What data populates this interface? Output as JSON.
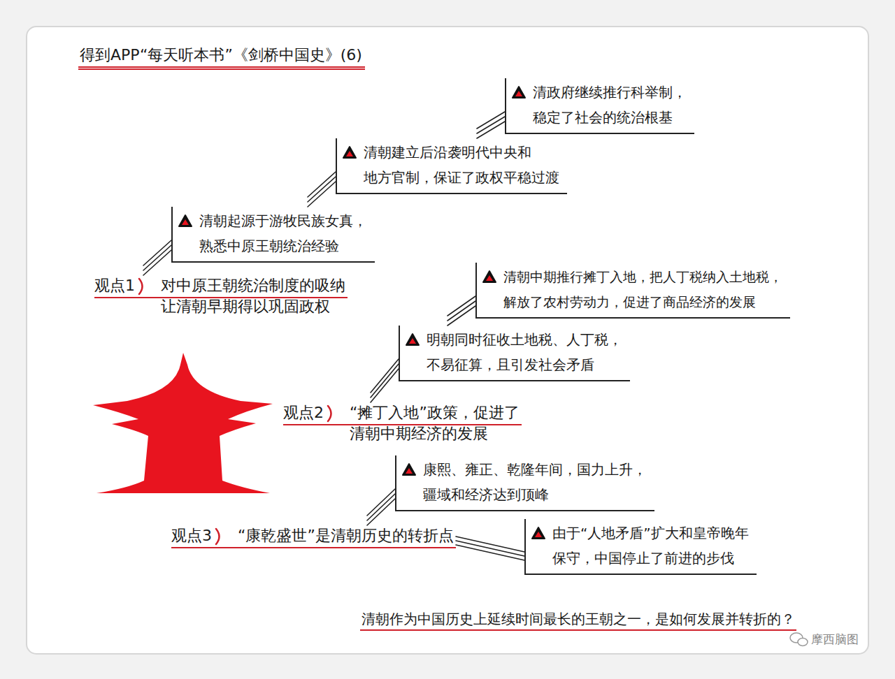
{
  "diagram": {
    "title": "得到APP“每天听本书”《剑桥中国史》(6)",
    "nodes": [
      {
        "text": [
          "清政府继续推行科举制， 稳定了社会的统治根基"
        ]
      },
      {
        "text": [
          "清朝建立后沿袭明代中央和 地方官制，保证了政权平稳过渡"
        ]
      },
      {
        "text": [
          "清朝起源于游牧民族女真， 熟悉中原王朝统治经验"
        ]
      },
      {
        "text": [
          "观点1",
          "对中原王朝统治制度的吸纳 让清朝早期得以巩固政权"
        ]
      },
      {
        "text": [
          "清朝中期推行摊丁入地，把人丁税纳入土地税， 解放了农村劳动力，促进了商品经济的发展"
        ]
      },
      {
        "text": [
          "明朝同时征收土地税、人丁税， 不易征算，且引发社会矛盾"
        ]
      },
      {
        "text": [
          "观点2",
          "“摊丁入地”政策，促进了 清朝中期经济的发展"
        ]
      },
      {
        "text": [
          "康熙、雍正、乾隆年间，国力上升， 疆域和经济达到顶峰"
        ]
      },
      {
        "text": [
          "观点3",
          "“康乾盛世”是清朝历史的转折点"
        ]
      },
      {
        "text": [
          "由于“人地矛盾”扩大和皇帝晚年 保守，中国停止了前进的步伐"
        ]
      }
    ],
    "edges": [
      {
        "from": 3,
        "to": 2,
        "arrow": "none"
      },
      {
        "from": 2,
        "to": 1,
        "arrow": "none"
      },
      {
        "from": 1,
        "to": 0,
        "arrow": "none"
      },
      {
        "from": 6,
        "to": 5,
        "arrow": "none"
      },
      {
        "from": 5,
        "to": 4,
        "arrow": "none"
      },
      {
        "from": 8,
        "to": 7,
        "arrow": "none"
      },
      {
        "from": 8,
        "to": 9,
        "arrow": "none"
      }
    ],
    "labels": [
      "清朝作为中国历史上延续时间最长的王朝之一，是如何发展并转折的？",
      "摩西脑图"
    ]
  }
}
